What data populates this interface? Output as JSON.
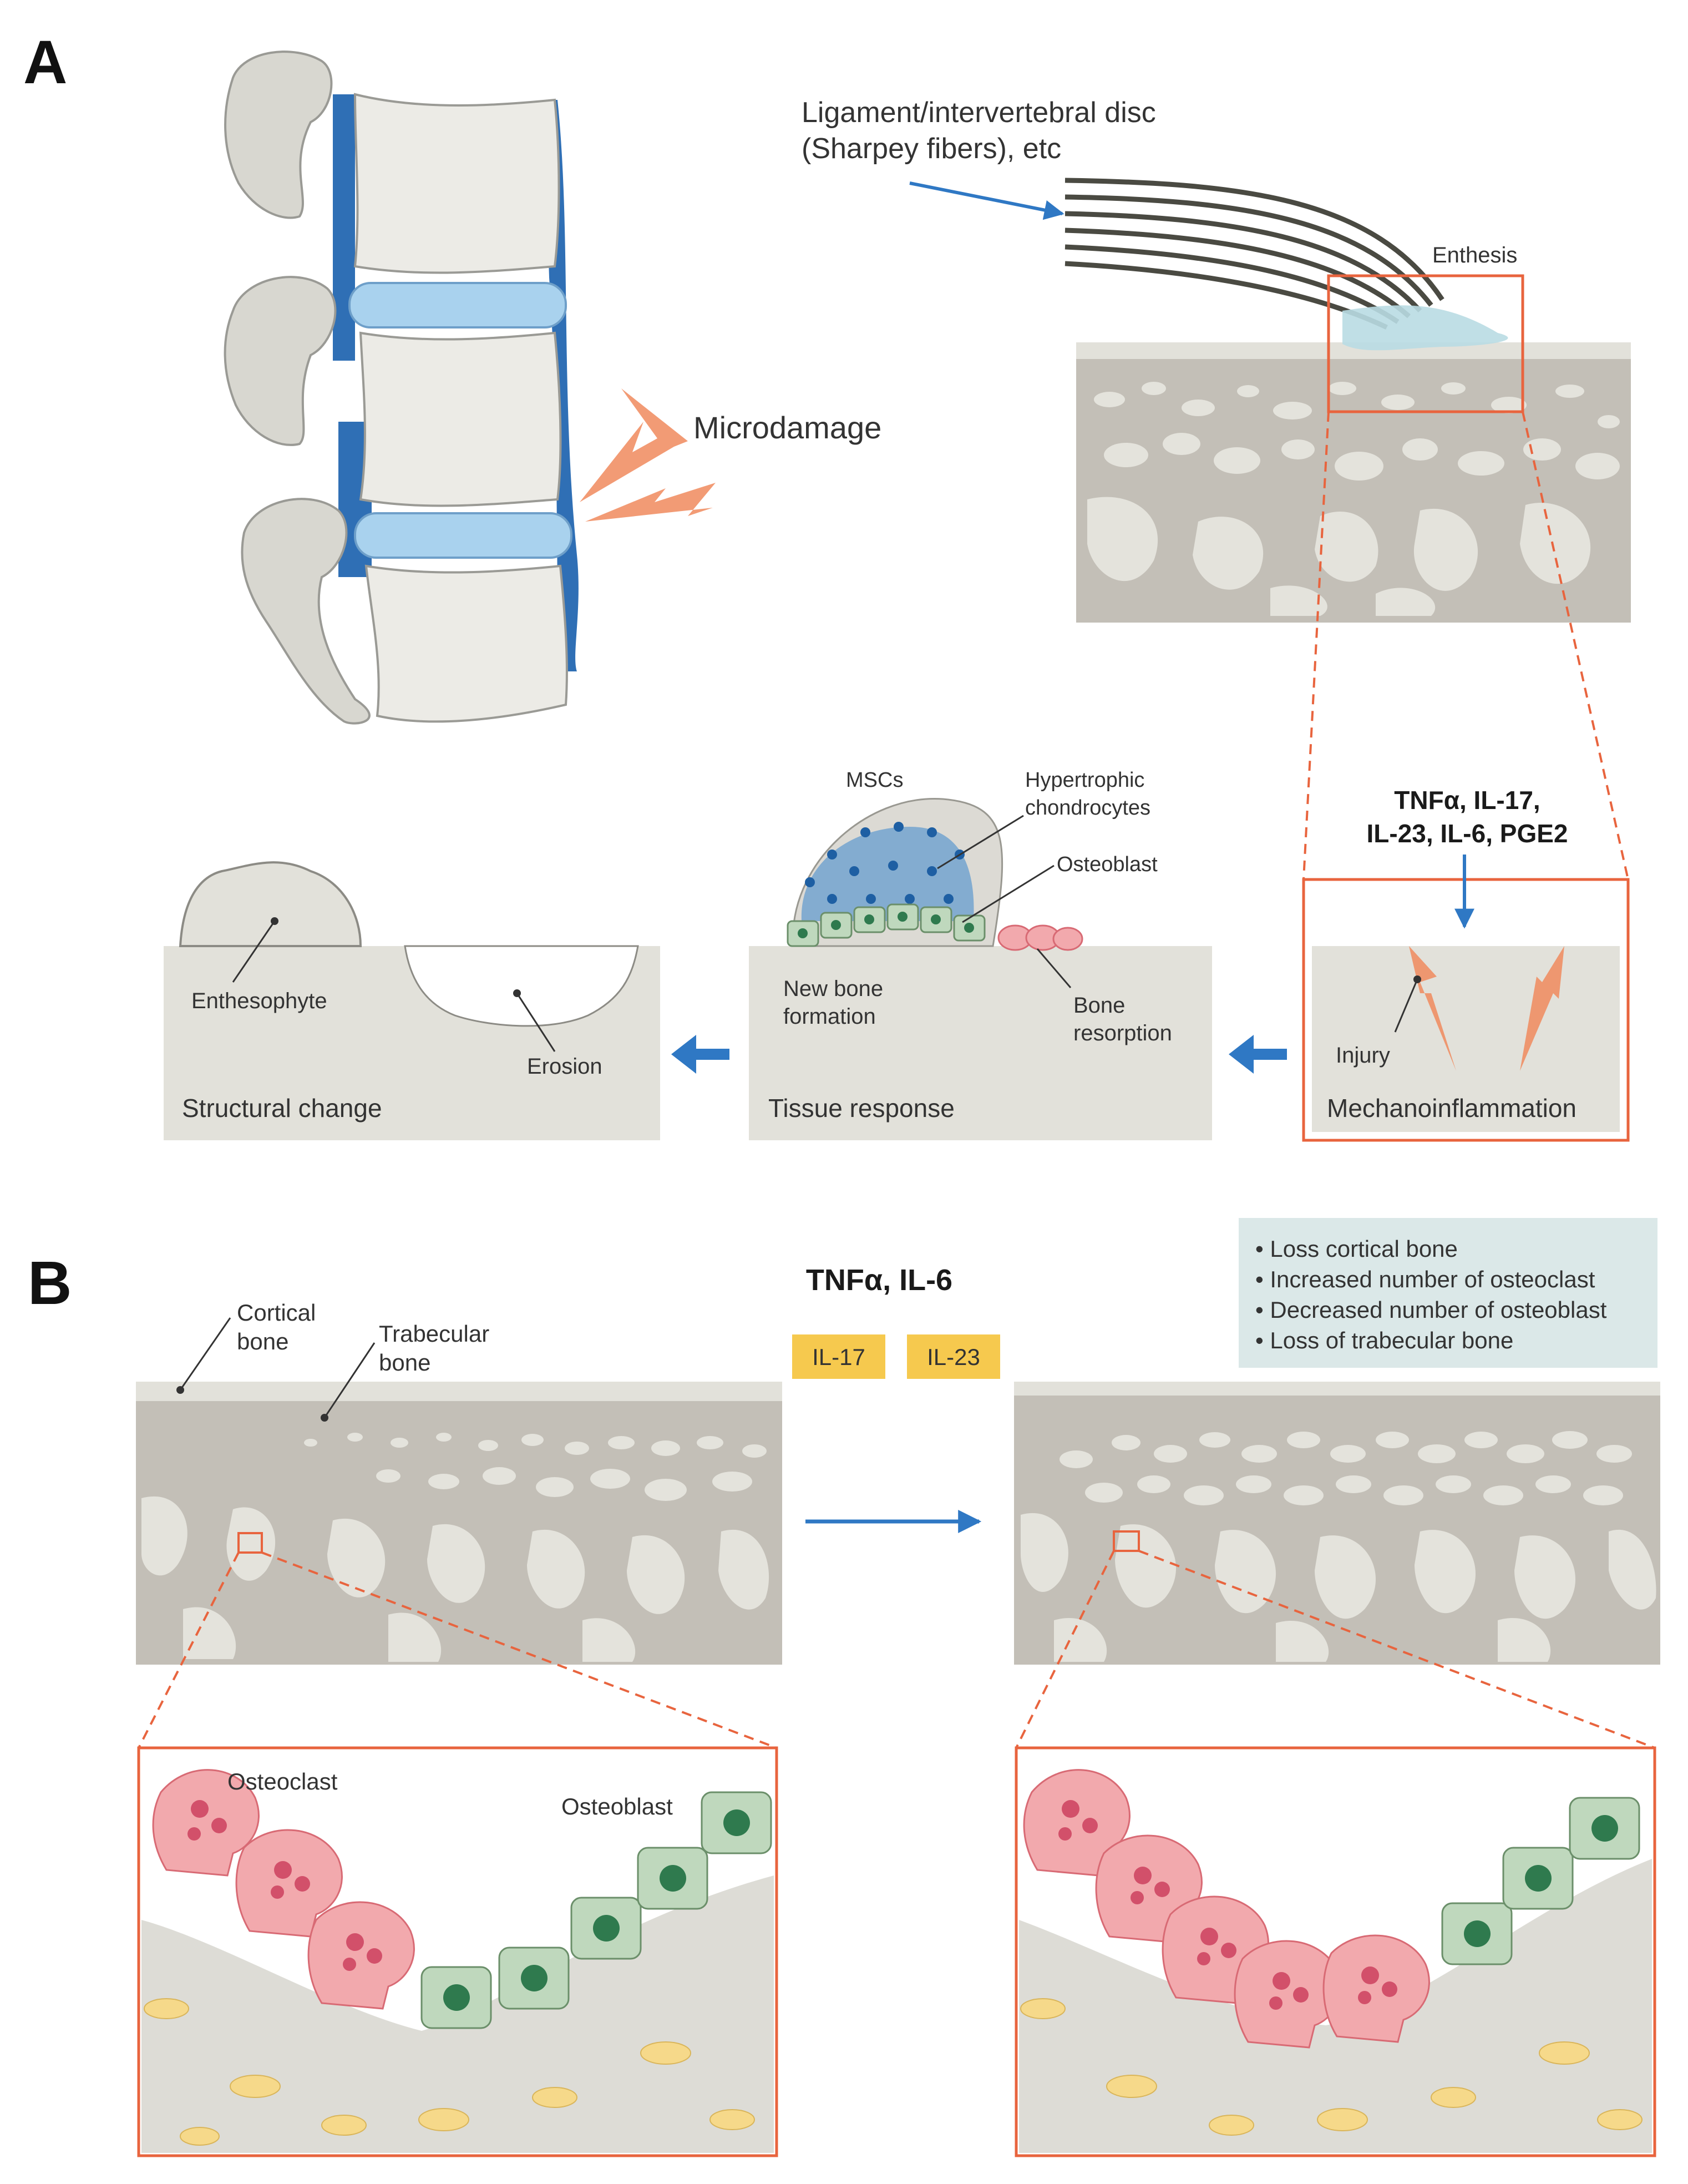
{
  "panels": {
    "a": "A",
    "b": "B"
  },
  "colors": {
    "bone_light": "#e2e1da",
    "bone_dark": "#c3bfb7",
    "pore": "#e4e3dc",
    "spine_blue": "#2f6fb5",
    "disc": "#a9d2ee",
    "highlight": "#e8643e",
    "arrow_blue": "#2f78c4",
    "tag_yellow": "#f6c94e",
    "info_box": "#dbe8e8",
    "osteoclast": "#f2a9ad",
    "osteoblast": "#bfd8bd"
  },
  "panel_a": {
    "ligament_label": {
      "line1": "Ligament/intervertebral disc",
      "line2": "(Sharpey fibers), etc"
    },
    "enthesis_label": "Enthesis",
    "microdamage_label": "Microdamage",
    "cytokines": {
      "line1": "TNFα,  IL-17,",
      "line2": "IL-23, IL-6, PGE2"
    },
    "mechano": {
      "title": "Mechanoinflammation",
      "injury": "Injury"
    },
    "tissue": {
      "title": "Tissue response",
      "mscs": "MSCs",
      "hypertrophic_1": "Hypertrophic",
      "hypertrophic_2": "chondrocytes",
      "osteoblast": "Osteoblast",
      "new_bone_1": "New bone",
      "new_bone_2": "formation",
      "resorption_1": "Bone",
      "resorption_2": "resorption"
    },
    "structural": {
      "title": "Structural change",
      "enthesophyte": "Enthesophyte",
      "erosion": "Erosion"
    }
  },
  "panel_b": {
    "cortical_1": "Cortical",
    "cortical_2": "bone",
    "trabecular_1": "Trabecular",
    "trabecular_2": "bone",
    "cytokines": "TNFα, IL-6",
    "tags": [
      "IL-17",
      "IL-23"
    ],
    "effects": [
      "• Loss cortical bone",
      "• Increased number of osteoclast",
      "• Decreased number of osteoblast",
      "• Loss of trabecular bone"
    ],
    "osteoclast_label": "Osteoclast",
    "osteoblast_label": "Osteoblast"
  }
}
